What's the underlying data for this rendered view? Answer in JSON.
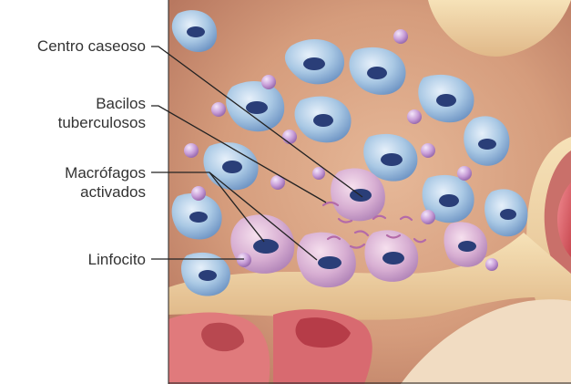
{
  "labels": {
    "centro_caseoso": "Centro caseoso",
    "bacilos_line1": "Bacilos",
    "bacilos_line2": "tuberculosos",
    "macrofagos_line1": "Macrófagos",
    "macrofagos_line2": "activados",
    "linfocito": "Linfocito"
  },
  "colors": {
    "tissue": "#d9a484",
    "macrophage": "#a8c6e0",
    "lymphocyte": "#c8a0d8",
    "nucleus": "#2a3e78",
    "leader_line": "#222222",
    "membrane": "#f2d6a8",
    "vessel": "#d8606a"
  }
}
